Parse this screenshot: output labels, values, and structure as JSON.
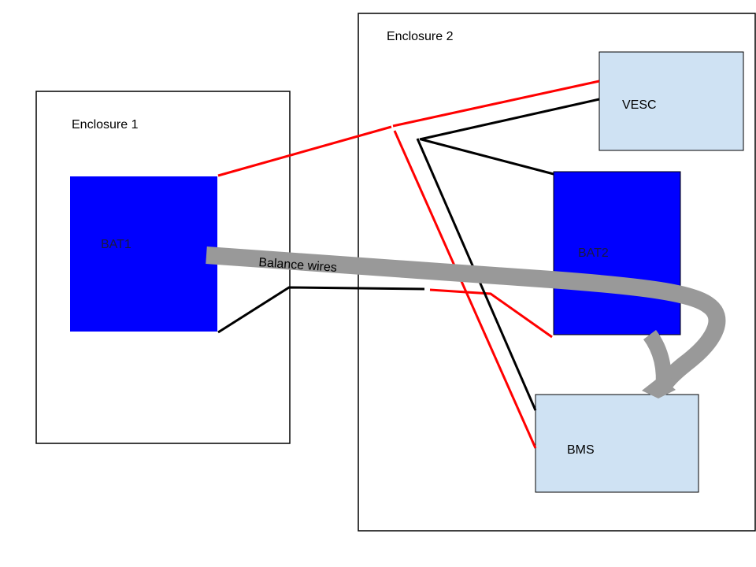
{
  "diagram": {
    "enclosures": [
      {
        "id": "enclosure-1",
        "label": "Enclosure 1"
      },
      {
        "id": "enclosure-2",
        "label": "Enclosure 2"
      }
    ],
    "components": [
      {
        "id": "bat1",
        "label": "BAT1",
        "fill": "#0000ff",
        "enclosure": "enclosure-1"
      },
      {
        "id": "bat2",
        "label": "BAT2",
        "fill": "#0000ff",
        "enclosure": "enclosure-2"
      },
      {
        "id": "vesc",
        "label": "VESC",
        "fill": "#cfe2f3",
        "enclosure": "enclosure-2"
      },
      {
        "id": "bms",
        "label": "BMS",
        "fill": "#cfe2f3",
        "enclosure": "enclosure-2"
      }
    ],
    "wires": {
      "positive_color": "#ff0000",
      "negative_color": "#000000",
      "balance_color": "#999999",
      "balance_label": "Balance wires"
    }
  }
}
